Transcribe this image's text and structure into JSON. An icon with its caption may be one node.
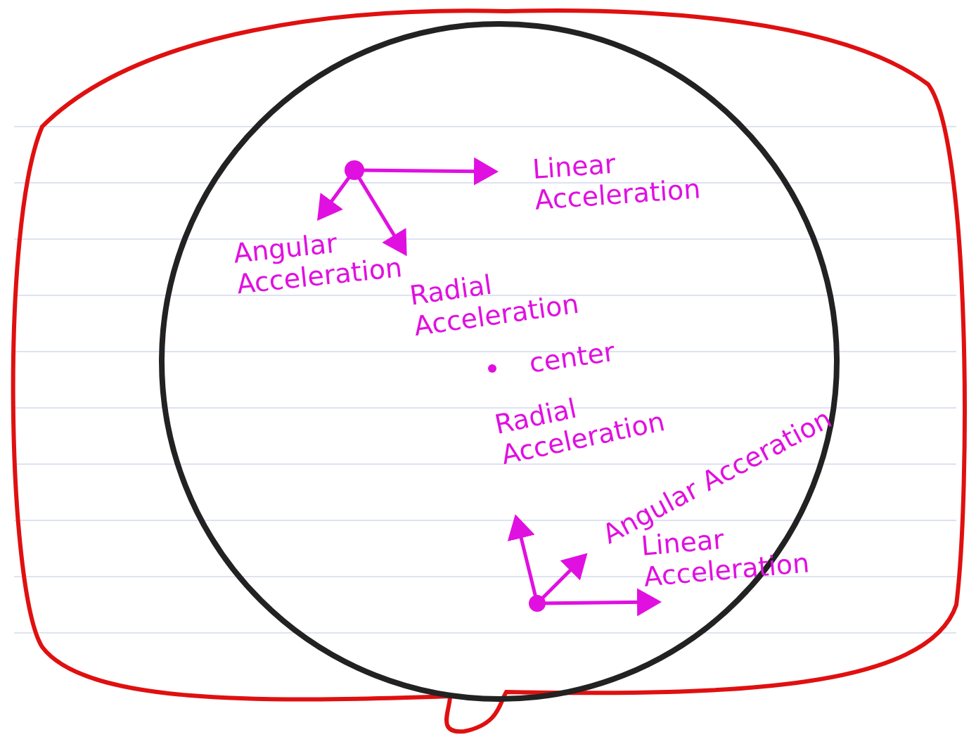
{
  "diagram": {
    "labels": [
      "Linear Acceleration",
      "Angular Acceleration",
      "Radial Acceleration",
      "center",
      "Radial Acceleration",
      "Angular Acceration",
      "Linear Acceleration"
    ]
  }
}
